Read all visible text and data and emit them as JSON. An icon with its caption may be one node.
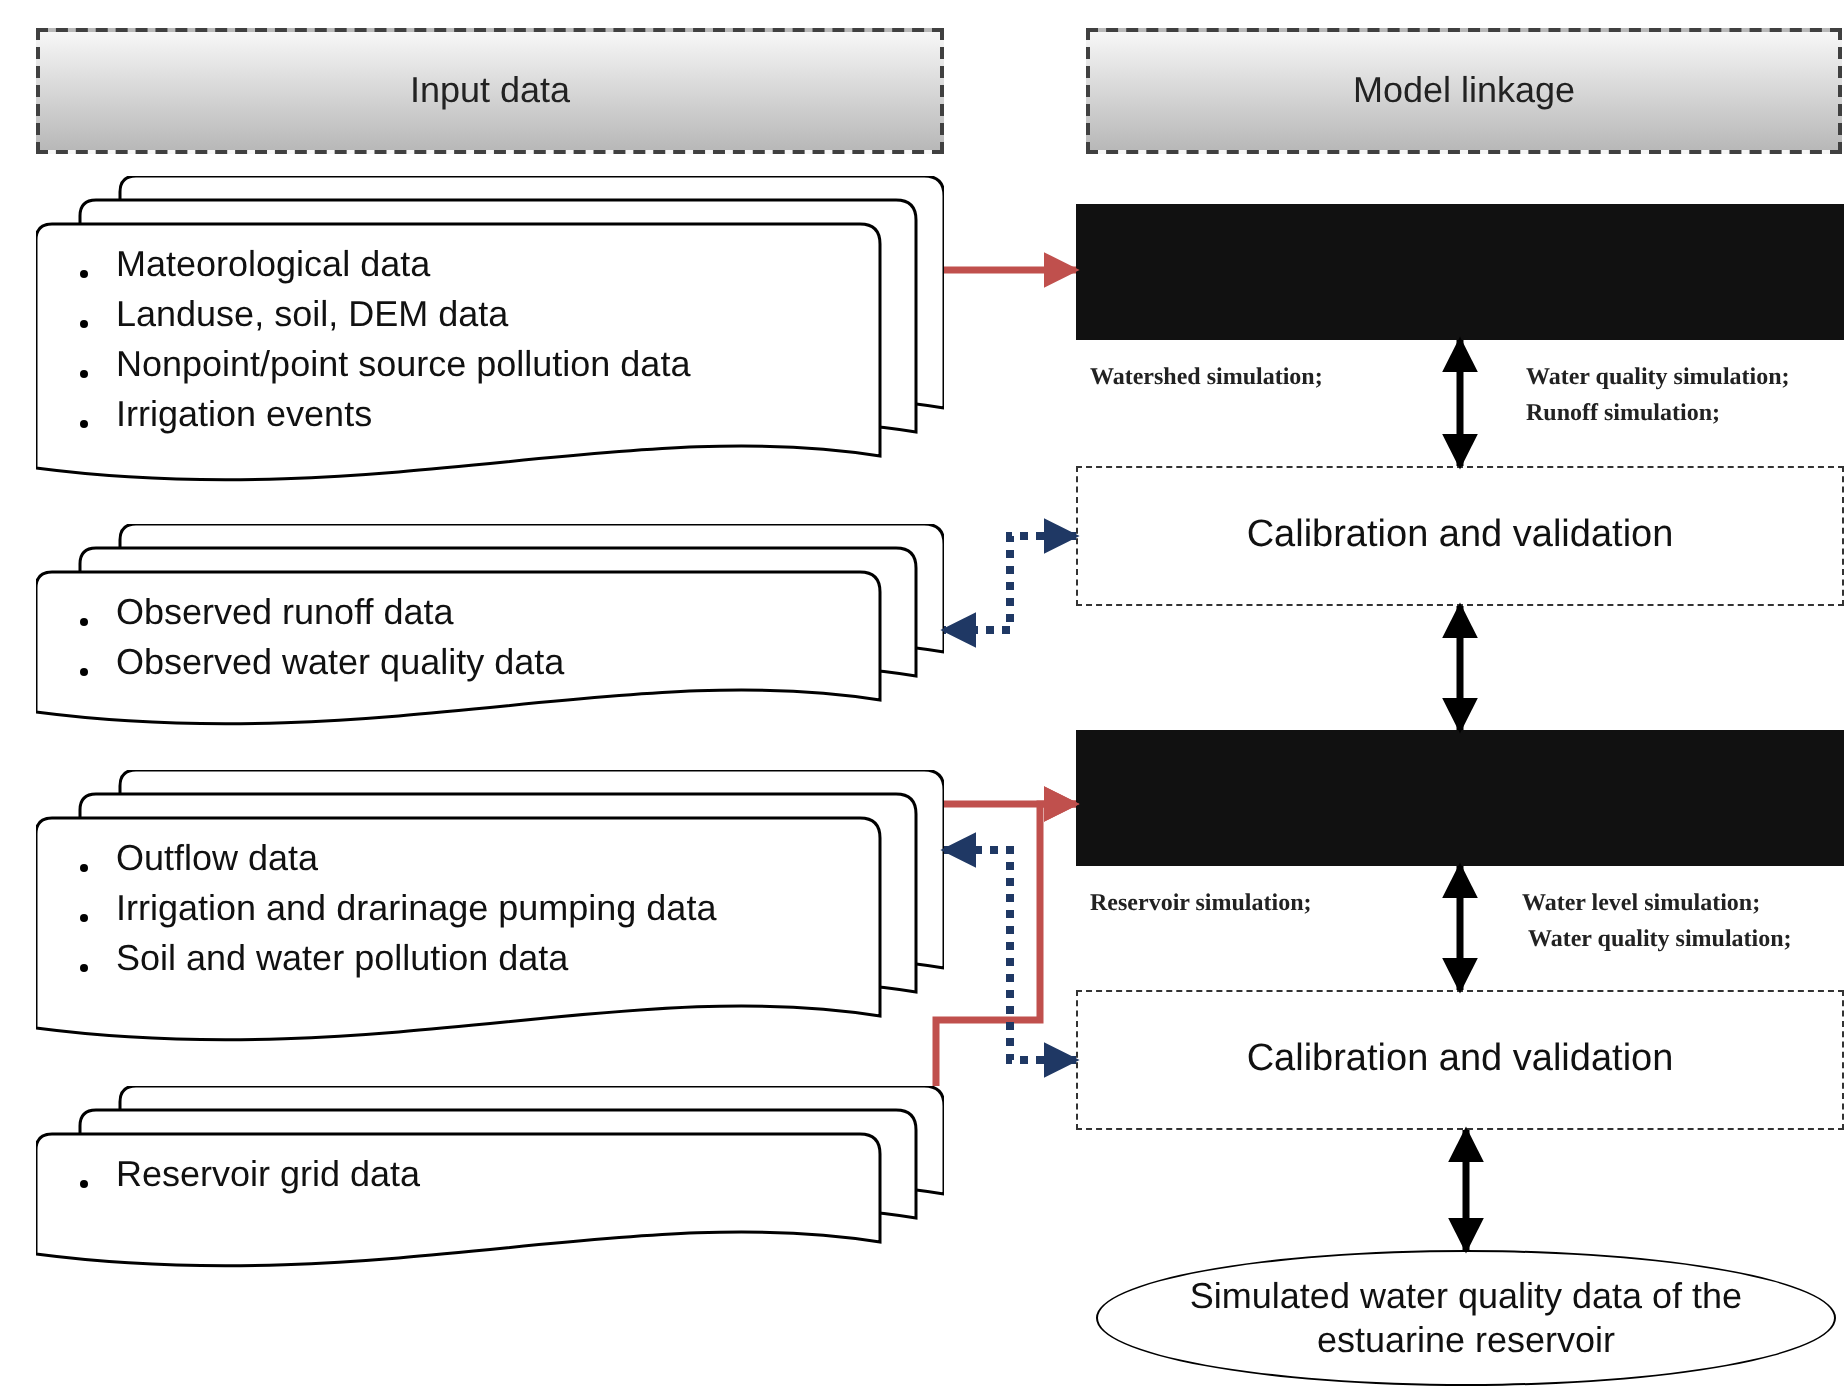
{
  "diagram": {
    "nodes": [
      {
        "text": [
          "Input data"
        ]
      },
      {
        "text": [
          "Model linkage"
        ]
      },
      {
        "text": [
          "Mateorological data",
          "Landuse, soil, DEM data",
          "Nonpoint/point source pollution data",
          "Irrigation events"
        ]
      },
      {
        "text": [
          "Observed runoff data",
          "Observed water quality data"
        ]
      },
      {
        "text": [
          "Outflow data",
          "Irrigation and drarinage pumping data",
          "Soil and water pollution data"
        ]
      },
      {
        "text": [
          "Reservoir grid data"
        ]
      },
      {
        "text": [],
        "shape": "box"
      },
      {
        "text": [
          "Calibration and validation"
        ]
      },
      {
        "text": [],
        "shape": "box"
      },
      {
        "text": [
          "Calibration and validation"
        ]
      },
      {
        "text": [
          "Simulated water quality data of the estuarine reservoir"
        ]
      }
    ],
    "edges": [
      {
        "from": 2,
        "to": 6,
        "arrow": "to",
        "color": "#c0504d"
      },
      {
        "from": 6,
        "to": 7,
        "arrow": "both"
      },
      {
        "from": 7,
        "to": 3,
        "arrow": "both",
        "style": "dashed",
        "color": "#1f3864"
      },
      {
        "from": 7,
        "to": 8,
        "arrow": "both"
      },
      {
        "from": 4,
        "to": 8,
        "arrow": "to",
        "color": "#c0504d"
      },
      {
        "from": 5,
        "to": 8,
        "arrow": "to",
        "color": "#c0504d"
      },
      {
        "from": 8,
        "to": 9,
        "arrow": "both"
      },
      {
        "from": 9,
        "to": 4,
        "arrow": "both",
        "style": "dashed",
        "color": "#1f3864"
      },
      {
        "from": 9,
        "to": 10,
        "arrow": "both"
      }
    ],
    "labels": [
      "Watershed simulation;",
      "Water quality simulation;",
      "Runoff simulation;",
      "Reservoir simulation;",
      "Water level simulation;",
      "Water quality simulation;"
    ]
  }
}
